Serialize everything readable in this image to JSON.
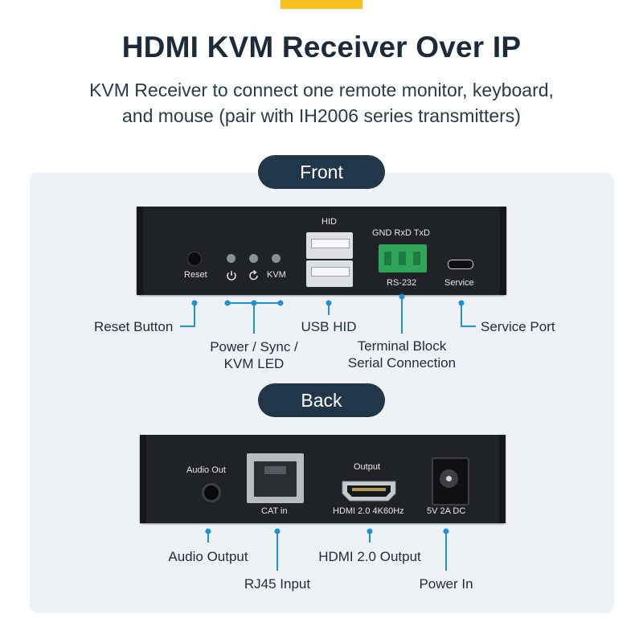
{
  "header": {
    "title": "HDMI KVM Receiver Over IP",
    "subtitle_line1": "KVM Receiver to connect one remote monitor, keyboard,",
    "subtitle_line2": "and mouse (pair with IH2006 series transmitters)"
  },
  "front": {
    "section_label": "Front",
    "device_labels": {
      "reset": "Reset",
      "kvm": "KVM",
      "hid": "HID",
      "terminal_pins": "GND RxD TxD",
      "rs232": "RS-232",
      "service": "Service"
    },
    "callouts": {
      "reset_button": "Reset Button",
      "leds_line1": "Power / Sync /",
      "leds_line2": "KVM LED",
      "usb_hid": "USB HID",
      "terminal_line1": "Terminal Block",
      "terminal_line2": "Serial Connection",
      "service_port": "Service Port"
    }
  },
  "back": {
    "section_label": "Back",
    "device_labels": {
      "audio_out": "Audio Out",
      "cat_in": "CAT in",
      "output": "Output",
      "hdmi_spec": "HDMI 2.0 4K60Hz",
      "power_spec": "5V 2A DC"
    },
    "callouts": {
      "audio_output": "Audio Output",
      "rj45_input": "RJ45 Input",
      "hdmi_output": "HDMI 2.0 Output",
      "power_in": "Power In"
    }
  },
  "colors": {
    "accent_bar": "#f8c21c",
    "pill_bg": "#22364a",
    "callout_line": "#1f8fd6",
    "panel_bg": "#eef2f7",
    "terminal_green": "#2fa55a"
  }
}
